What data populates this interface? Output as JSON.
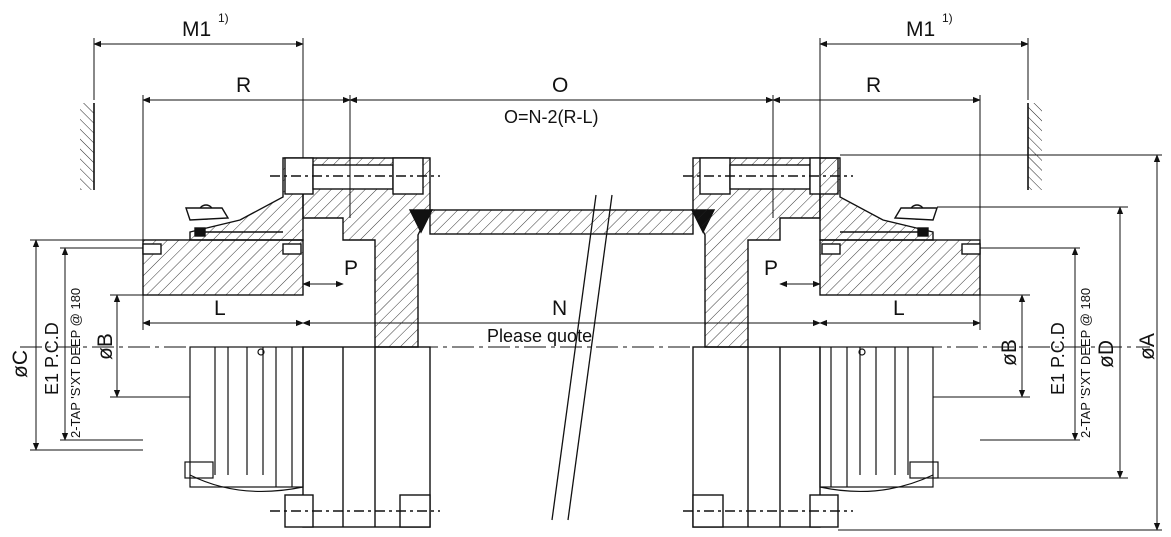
{
  "labels": {
    "m1_left": "M1",
    "m1_right": "M1",
    "footnote": "1)",
    "r_left": "R",
    "r_right": "R",
    "o": "O",
    "o_formula": "O=N-2(R-L)",
    "p_left": "P",
    "p_right": "P",
    "l_left": "L",
    "l_right": "L",
    "n": "N",
    "please_quote": "Please quote",
    "dia_c": "øC",
    "dia_b_left": "øB",
    "dia_b_right": "øB",
    "dia_d": "øD",
    "dia_a": "øA",
    "e1_left": "E1 P.C.D",
    "e1_right": "E1 P.C.D",
    "tap_left": "2-TAP 'S'XT DEEP @ 180",
    "tap_right": "2-TAP 'S'XT DEEP @ 180"
  }
}
